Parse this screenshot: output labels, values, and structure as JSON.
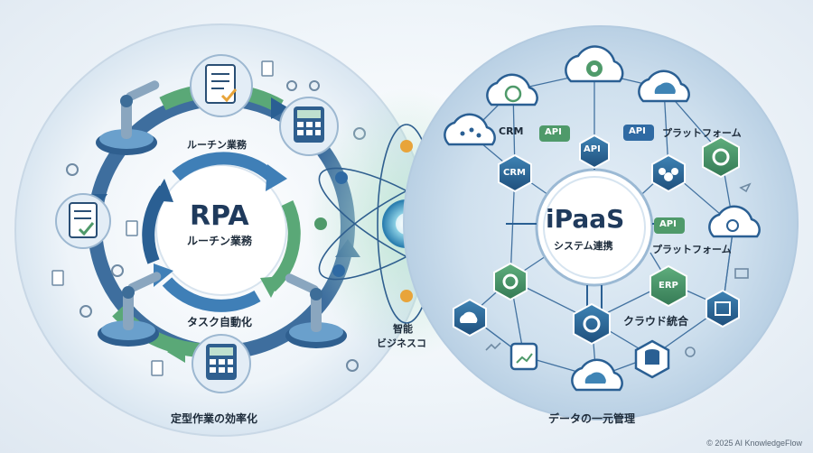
{
  "rpa": {
    "title": "RPA",
    "subtitle": "ルーチン業務",
    "top_label": "ルーチン業務",
    "bottom_label": "タスク自動化",
    "caption": "定型作業の効率化"
  },
  "center": {
    "label_line1": "智能",
    "label_line2": "ビジネスコ"
  },
  "ipaas": {
    "title": "iPaaS",
    "subtitle": "システム連携",
    "crm_text": "CRM",
    "crm_node": "CRM",
    "api_1": "API",
    "api_2": "API",
    "api_3": "API",
    "api_4": "API",
    "platform_1": "プラットフォーム",
    "platform_2": "プラットフォーム",
    "erp": "ERP",
    "cloud_integration": "クラウド統合",
    "caption": "データの一元管理"
  },
  "footer": {
    "credit": "© 2025 AI KnowledgeFlow"
  },
  "colors": {
    "navy": "#1f3a5c",
    "blue": "#2f6aa3",
    "green": "#4f9a6a",
    "light_blue": "#cfe0ef",
    "orange": "#e8a43a"
  }
}
